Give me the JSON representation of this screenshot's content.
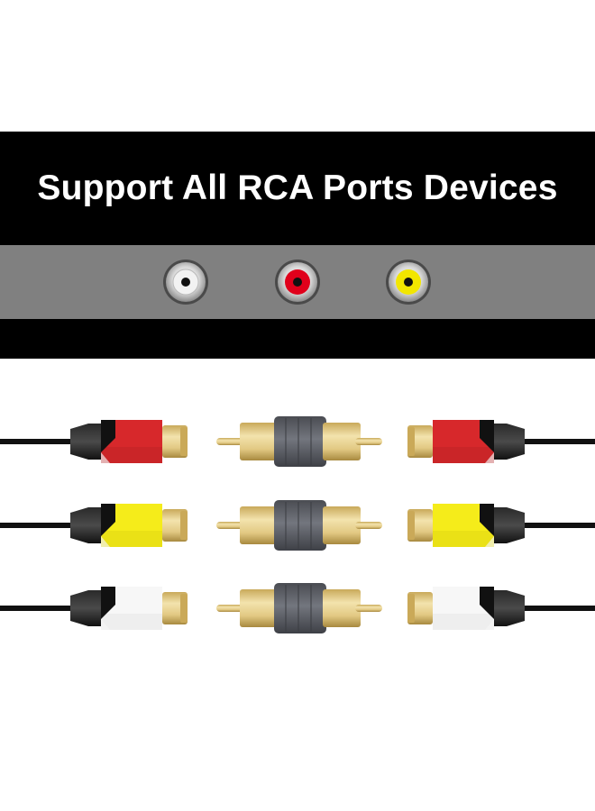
{
  "banner": {
    "headline": "Support All RCA Ports Devices"
  },
  "ports": [
    {
      "name": "white-rca-port",
      "color": "#f2f2f2"
    },
    {
      "name": "red-rca-port",
      "color": "#e0001b"
    },
    {
      "name": "yellow-rca-port",
      "color": "#f2e600"
    }
  ],
  "connector_rows": [
    {
      "name": "red",
      "color": "#d7282b",
      "shade": "#b31f22"
    },
    {
      "name": "yellow",
      "color": "#f5ec1a",
      "shade": "#d8cf10"
    },
    {
      "name": "white",
      "color": "#f7f7f7",
      "shade": "#dcdcdc"
    }
  ],
  "palette": {
    "gold": "#e6cf8a",
    "gold_dark": "#b8984f",
    "coupler": "#5d5f66",
    "cable": "#111111"
  }
}
